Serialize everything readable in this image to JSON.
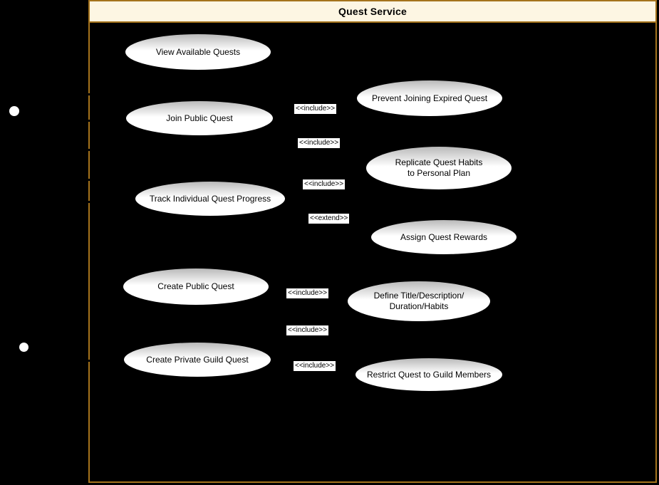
{
  "frame": {
    "title": "Quest Service"
  },
  "colors": {
    "canvas_background": "#000000",
    "frame_border": "#a5731c",
    "frame_title_background": "#fdf6e3",
    "frame_title_text": "#000000",
    "usecase_fill": "#ffffff",
    "usecase_fill_shade_top": "#b9b9b9",
    "usecase_border": "#000000",
    "usecase_text": "#000000",
    "connector_label_background": "#ffffff",
    "connector_label_text": "#000000",
    "actor_head_fill": "#ffffff"
  },
  "actors": [
    {
      "icon": "actor-head-icon"
    },
    {
      "icon": "actor-head-icon"
    }
  ],
  "use_cases": [
    {
      "lines": [
        "View Available Quests"
      ]
    },
    {
      "lines": [
        "Join Public Quest"
      ]
    },
    {
      "lines": [
        "Prevent Joining Expired Quest"
      ]
    },
    {
      "lines": [
        "Replicate Quest Habits",
        "to Personal Plan"
      ]
    },
    {
      "lines": [
        "Track Individual Quest Progress"
      ]
    },
    {
      "lines": [
        "Assign Quest Rewards"
      ]
    },
    {
      "lines": [
        "Create Public Quest"
      ]
    },
    {
      "lines": [
        "Define Title/Description/",
        "Duration/Habits"
      ]
    },
    {
      "lines": [
        "Create Private Guild Quest"
      ]
    },
    {
      "lines": [
        "Restrict Quest to Guild Members"
      ]
    }
  ],
  "connector_labels": [
    {
      "stereotype": "<<include>>"
    },
    {
      "stereotype": "<<include>>"
    },
    {
      "stereotype": "<<include>>"
    },
    {
      "stereotype": "<<extend>>"
    },
    {
      "stereotype": "<<include>>"
    },
    {
      "stereotype": "<<include>>"
    },
    {
      "stereotype": "<<include>>"
    }
  ]
}
